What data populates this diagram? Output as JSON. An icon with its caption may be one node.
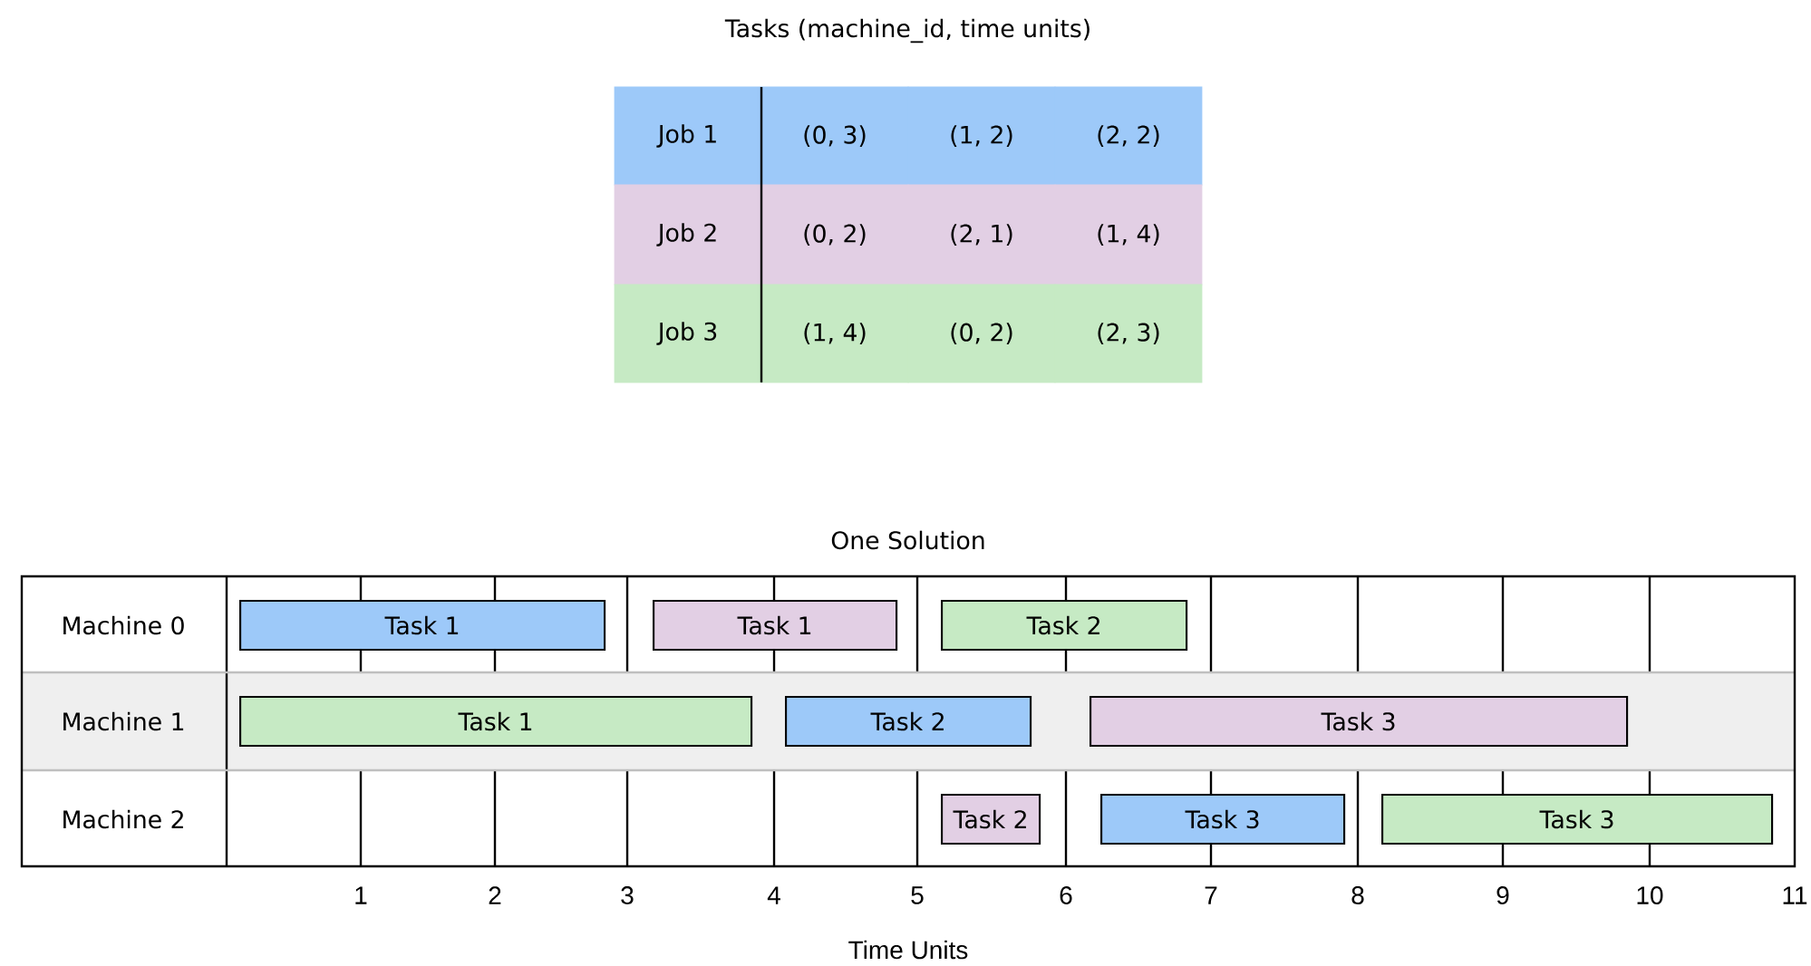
{
  "diagram": {
    "title": "Tasks (machine_id, time units)",
    "nodes": [
      {
        "text": [
          "Task 1"
        ]
      },
      {
        "text": [
          "Task 1"
        ]
      },
      {
        "text": [
          "Task 2"
        ]
      },
      {
        "text": [
          "Task 1"
        ]
      },
      {
        "text": [
          "Task 2"
        ]
      },
      {
        "text": [
          "Task 3"
        ]
      },
      {
        "text": [
          "Task 2"
        ]
      },
      {
        "text": [
          "Task 3"
        ]
      },
      {
        "text": [
          "Task 3"
        ]
      }
    ],
    "labels": [
      "Job 1",
      "(0, 3)",
      "(1, 2)",
      "(2, 2)",
      "Job 2",
      "(0, 2)",
      "(2, 1)",
      "(1, 4)",
      "Job 3",
      "(1, 4)",
      "(0, 2)",
      "(2, 3)",
      "One Solution",
      "Machine 0",
      "Machine 1",
      "Machine 2",
      "1",
      "2",
      "3",
      "4",
      "5",
      "6",
      "7",
      "8",
      "9",
      "10",
      "11",
      "Time Units"
    ]
  }
}
